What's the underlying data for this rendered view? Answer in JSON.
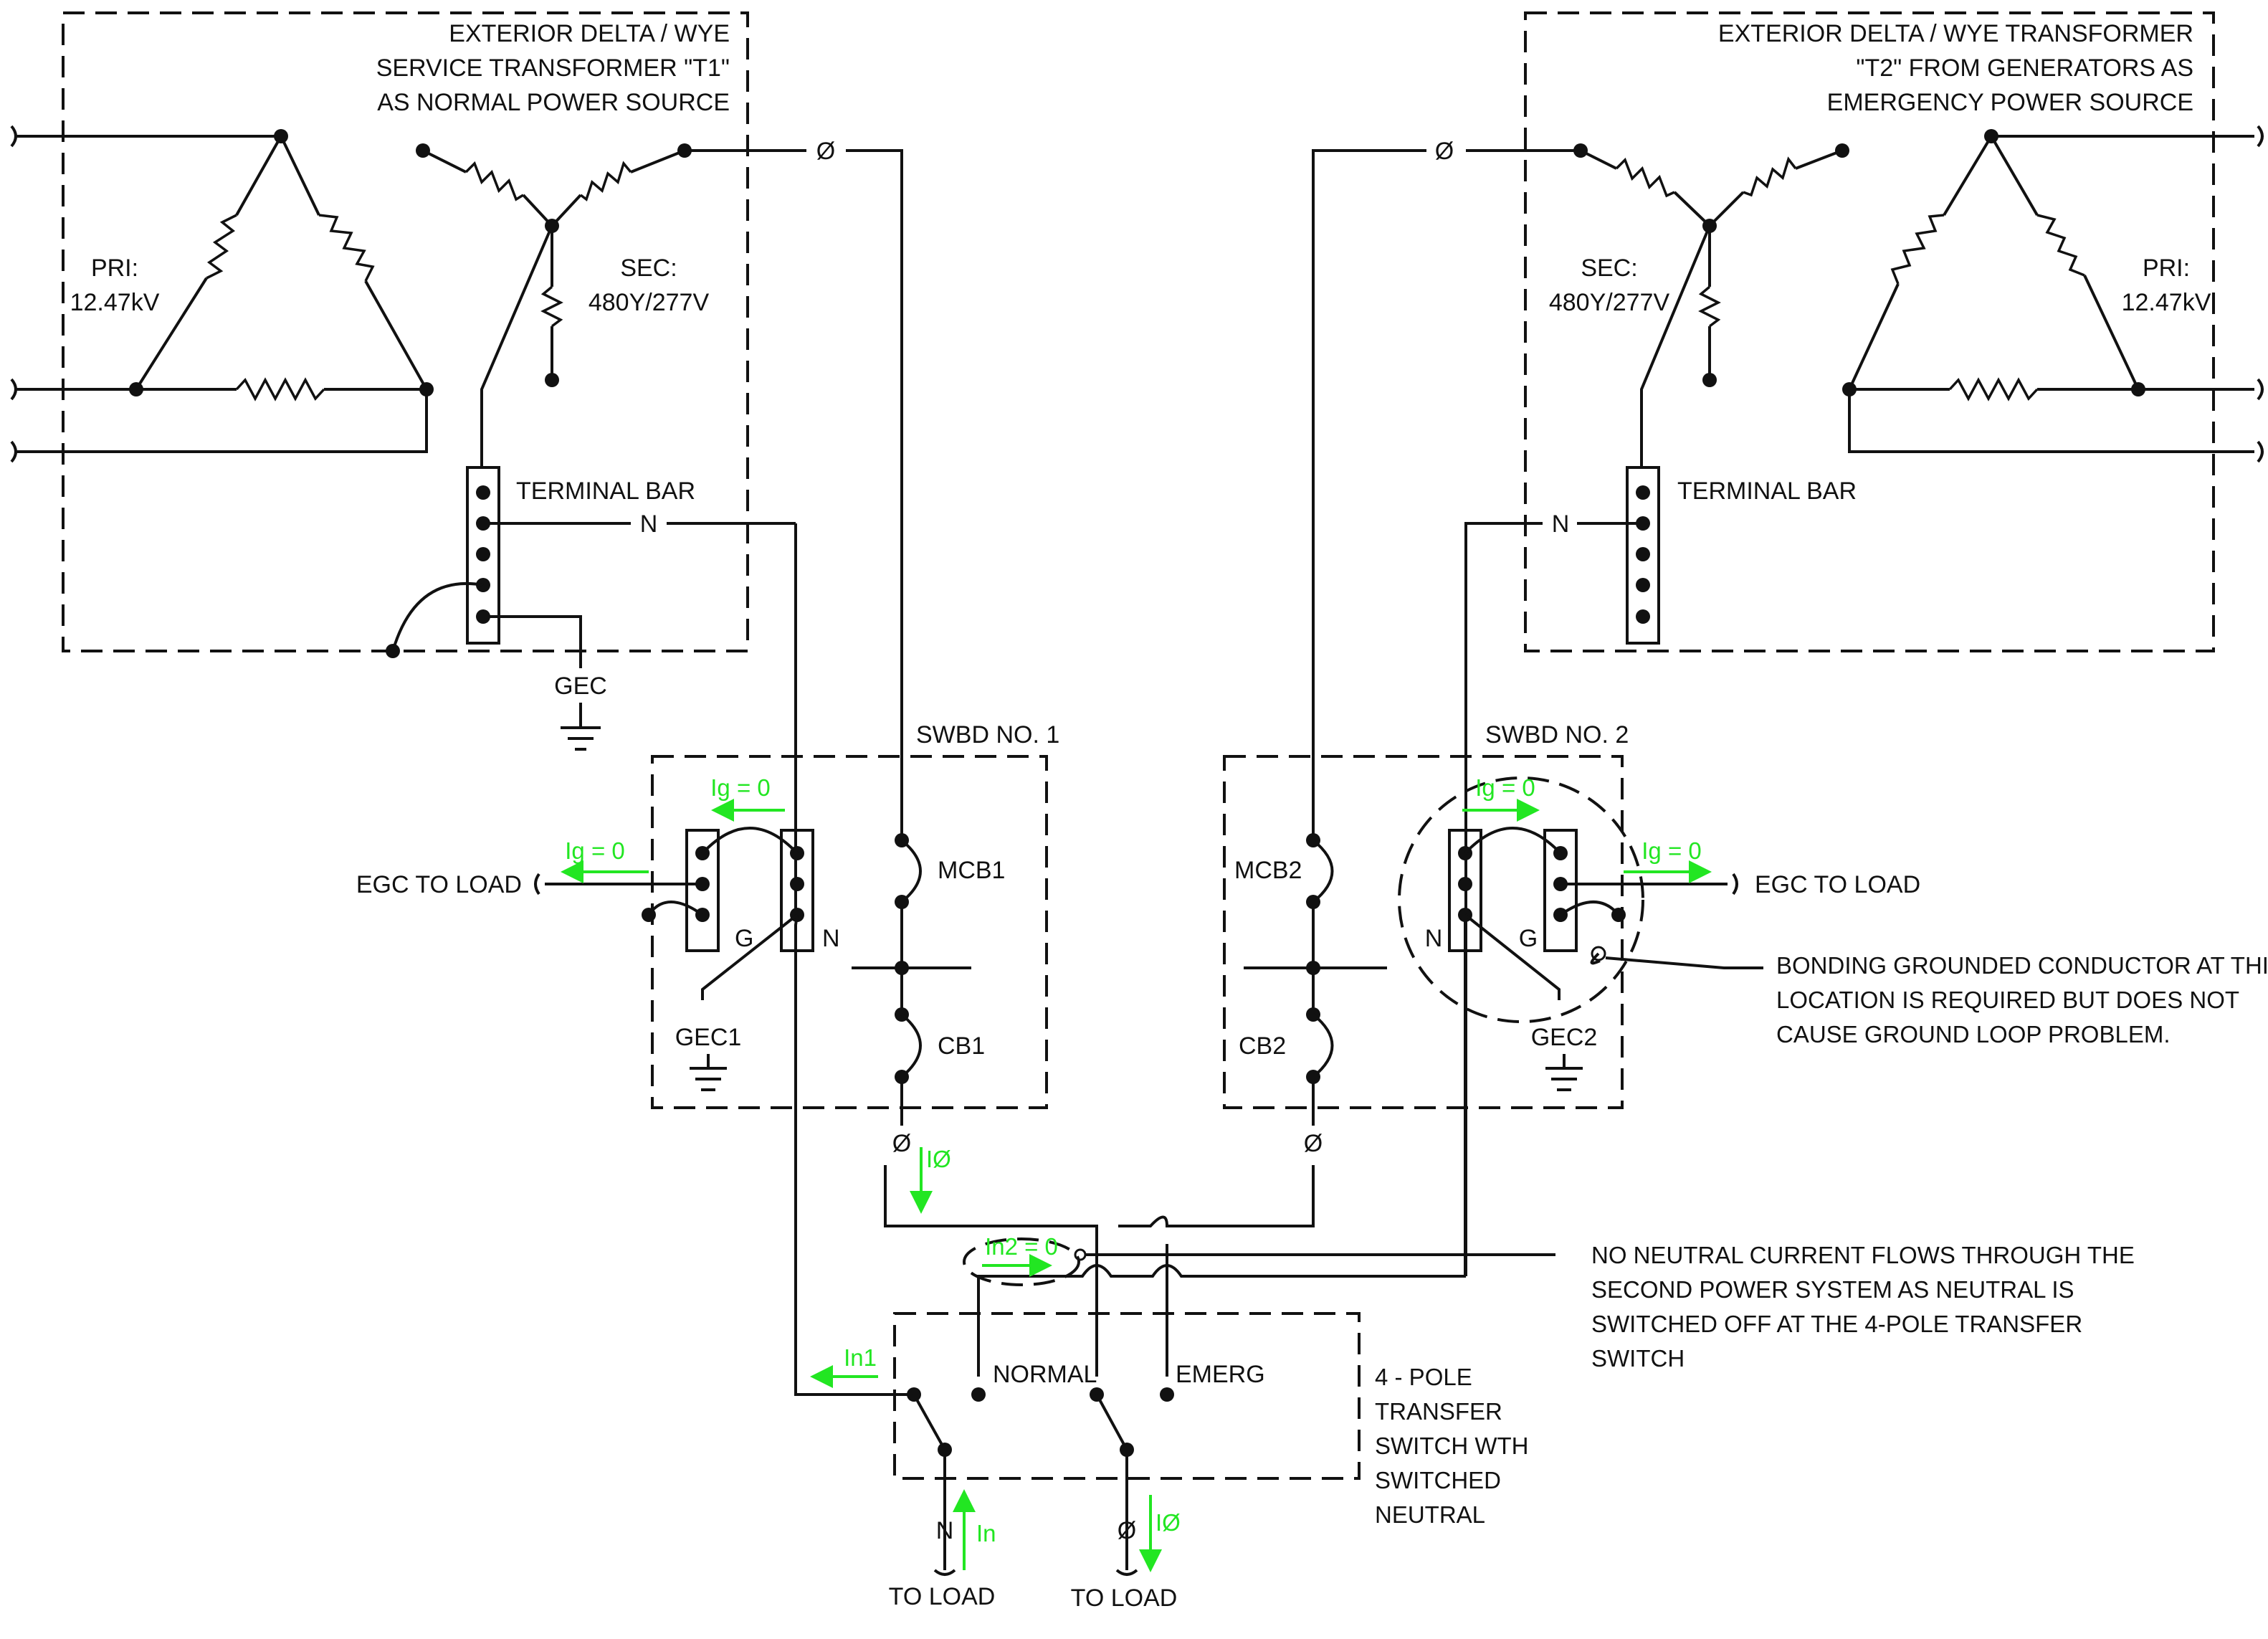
{
  "t1": {
    "title": [
      "EXTERIOR DELTA / WYE",
      "SERVICE TRANSFORMER \"T1\"",
      "AS NORMAL POWER SOURCE"
    ],
    "pri": [
      "PRI:",
      "12.47kV"
    ],
    "sec": [
      "SEC:",
      "480Y/277V"
    ],
    "terminal_bar": "TERMINAL BAR",
    "phase": "Ø",
    "neutral": "N",
    "gec": "GEC"
  },
  "t2": {
    "title": [
      "EXTERIOR DELTA / WYE TRANSFORMER",
      "\"T2\" FROM GENERATORS AS",
      "EMERGENCY POWER SOURCE"
    ],
    "pri": [
      "PRI:",
      "12.47kV"
    ],
    "sec": [
      "SEC:",
      "480Y/277V"
    ],
    "terminal_bar": "TERMINAL BAR",
    "phase": "Ø",
    "neutral": "N"
  },
  "swbd1": {
    "title": "SWBD NO. 1",
    "mcb": "MCB1",
    "cb": "CB1",
    "g": "G",
    "n": "N",
    "gec": "GEC1",
    "ig_bus": "Ig = 0",
    "ig_load": "Ig = 0",
    "egc": "EGC TO LOAD",
    "phase": "Ø",
    "i_phase": "IØ"
  },
  "swbd2": {
    "title": "SWBD NO. 2",
    "mcb": "MCB2",
    "cb": "CB2",
    "g": "G",
    "n": "N",
    "gec": "GEC2",
    "ig_bus": "Ig = 0",
    "ig_load": "Ig = 0",
    "egc": "EGC TO LOAD",
    "phase": "Ø"
  },
  "notes": {
    "bonding": [
      "BONDING GROUNDED CONDUCTOR AT THIS",
      "LOCATION  IS REQUIRED BUT DOES NOT",
      "CAUSE GROUND LOOP PROBLEM."
    ],
    "neutral": [
      "NO NEUTRAL CURRENT  FLOWS THROUGH THE",
      "SECOND POWER SYSTEM AS NEUTRAL IS",
      "SWITCHED OFF AT THE 4-POLE TRANSFER",
      "SWITCH"
    ]
  },
  "ats": {
    "title": [
      "4 - POLE",
      "TRANSFER",
      "SWITCH WTH",
      "SWITCHED",
      "NEUTRAL"
    ],
    "normal": "NORMAL",
    "emerg": "EMERG",
    "in1": "In1",
    "in2": "In2 = 0",
    "in": "In",
    "i_phase": "IØ",
    "n": "N",
    "phase": "Ø",
    "to_load_n": "TO LOAD",
    "to_load_phase": "TO LOAD"
  },
  "colors": {
    "current_arrow": "#22e622",
    "line": "#111111"
  }
}
